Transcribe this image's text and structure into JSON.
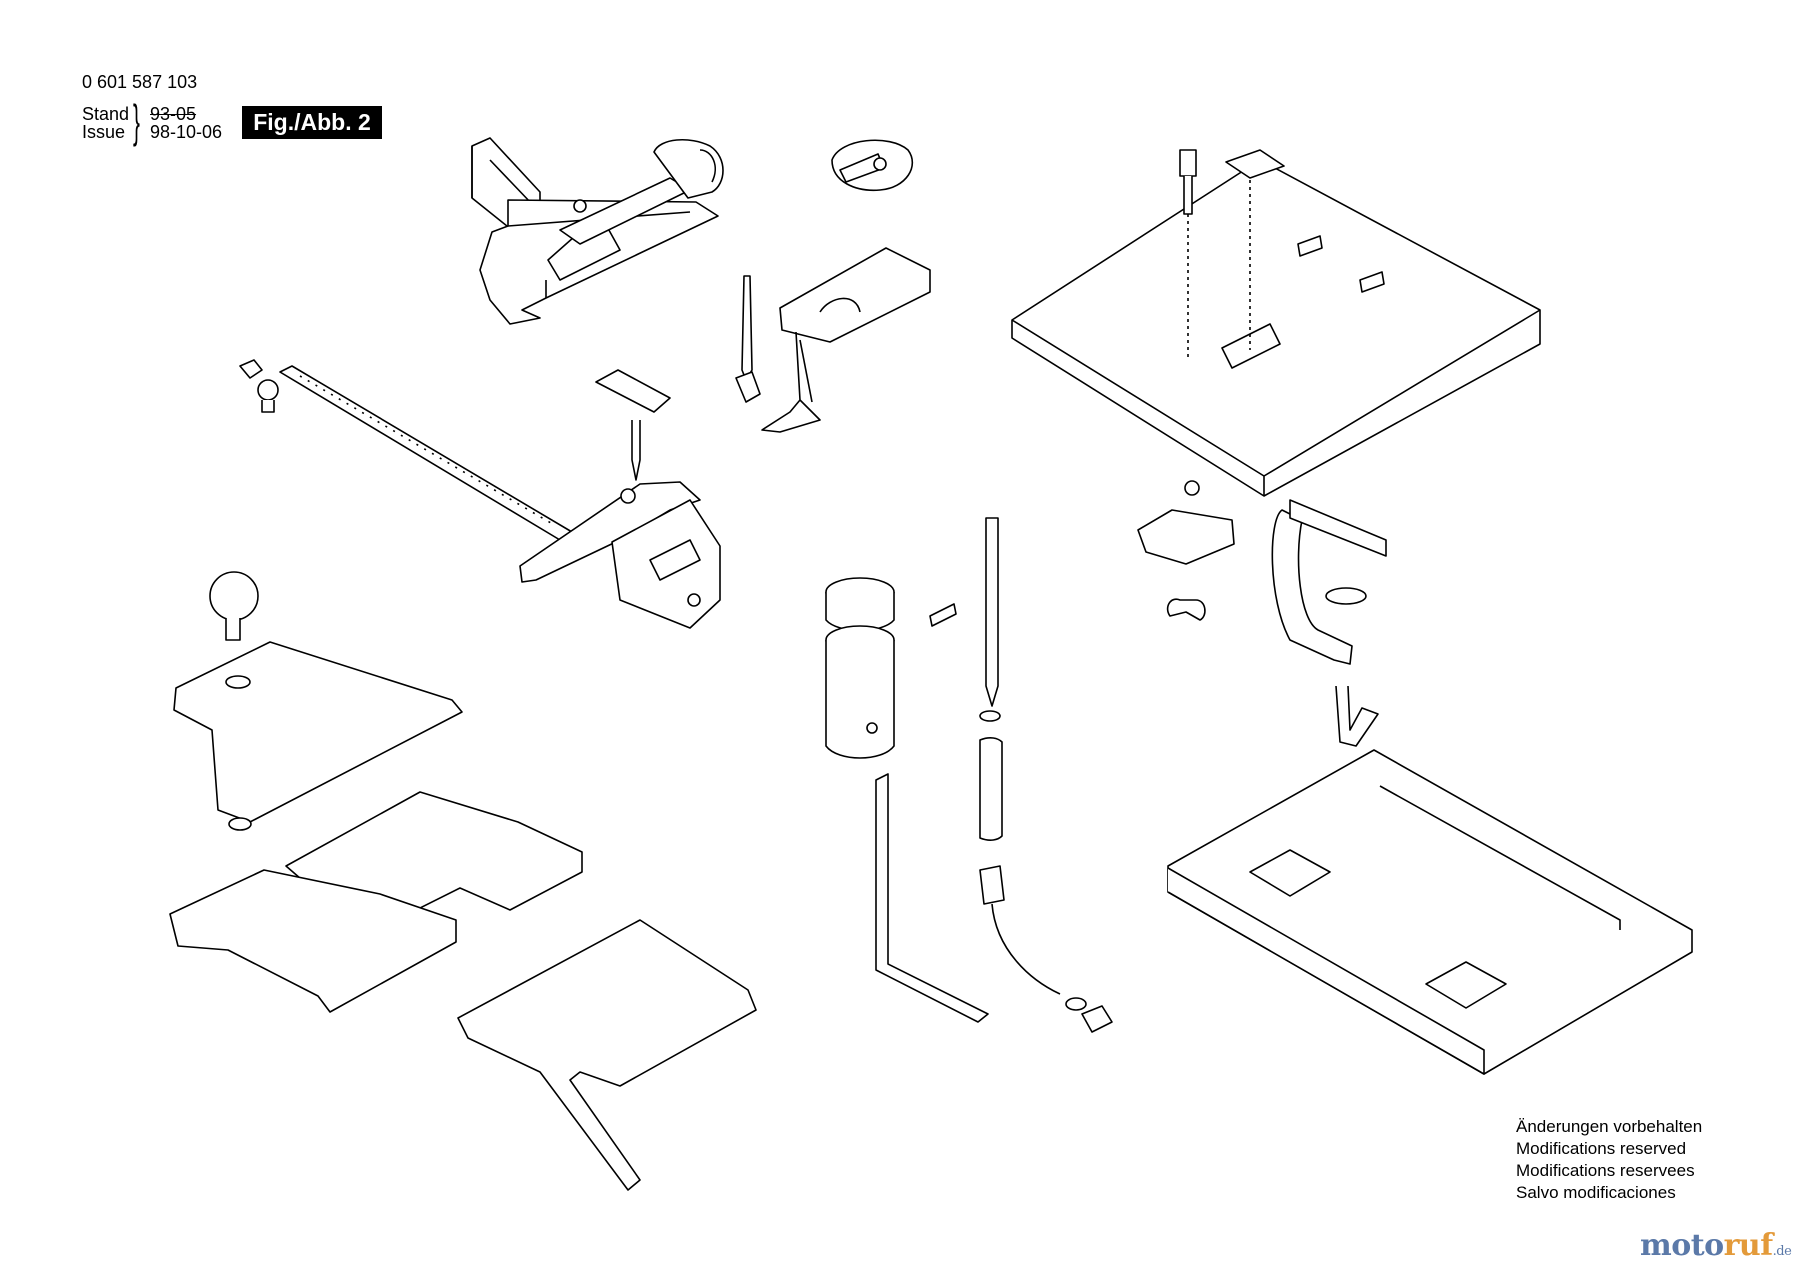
{
  "header": {
    "part_number": "0 601 587 103",
    "stand_label": "Stand",
    "issue_label": "Issue",
    "brace": "}",
    "stand_date": "93-05",
    "issue_date": "98-10-06",
    "figure_label": "Fig./Abb. 2"
  },
  "notes": {
    "line_de": "Änderungen vorbehalten",
    "line_en": "Modifications reserved",
    "line_fr": "Modifications reservees",
    "line_es": "Salvo modificaciones"
  },
  "watermark": {
    "part1": "moto",
    "part2": "ruf",
    "part3": ".de",
    "color_primary": "#5b79a8",
    "color_accent": "#e39a3a"
  },
  "diagram": {
    "line_color": "#000000",
    "fill_color": "#ffffff"
  }
}
